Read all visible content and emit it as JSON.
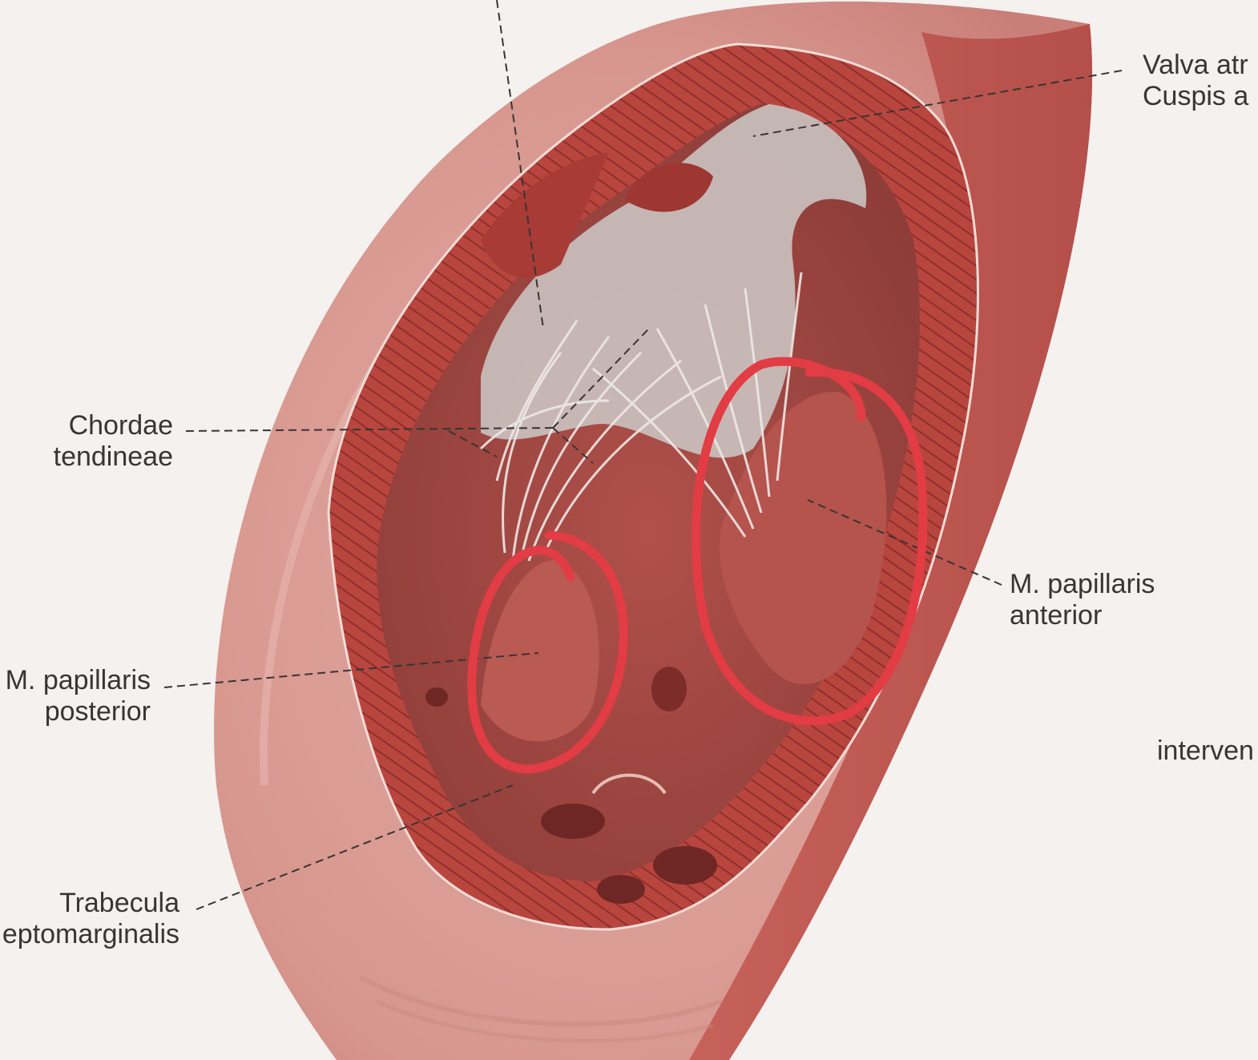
{
  "labels": {
    "valva": {
      "line1": "Valva atr",
      "line2": "Cuspis a"
    },
    "chordae": {
      "line1": "Chordae",
      "line2": "tendineae"
    },
    "papillaris_anterior": {
      "line1": "M. papillaris",
      "line2": "anterior"
    },
    "papillaris_posterior": {
      "line1": "M. papillaris",
      "line2": "posterior"
    },
    "interven": {
      "line1": "interven"
    },
    "trabecula": {
      "line1": "Trabecula",
      "line2": "eptomarginalis"
    }
  },
  "colors": {
    "background": "#f4f1ef",
    "outer_wall": "#d89a92",
    "myocardium": "#b5443d",
    "cavity": "#a24a45",
    "chordae": "#e8e2df",
    "annotation_red": "#e23c44",
    "leader_line": "#3a3434"
  }
}
